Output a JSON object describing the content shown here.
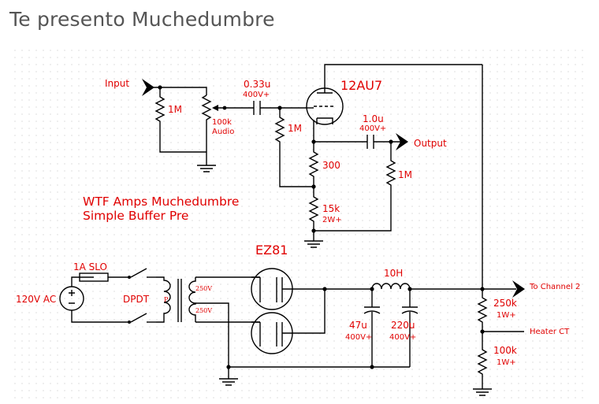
{
  "page": {
    "title": "Te presento Muchedumbre"
  },
  "schematic": {
    "description_lines": [
      "WTF Amps Muchedumbre",
      "Simple Buffer Pre"
    ],
    "tube_preamp": "12AU7",
    "tube_rectifier": "EZ81",
    "labels": {
      "input": "Input",
      "output": "Output",
      "to_channel_2": "To Channel 2",
      "heater_ct": "Heater CT",
      "mains": "120V AC",
      "fuse": "1A SLO",
      "switch": "DPDT",
      "primary": "P",
      "secondary_top": "250V",
      "secondary_bottom": "250V"
    },
    "components": {
      "r_input": "1M",
      "pot_value": "100k",
      "pot_taper": "Audio",
      "c_coupling_in": "0.33u",
      "c_coupling_in_rating": "400V+",
      "r_grid": "1M",
      "r_cathode": "300",
      "r_cathode_load": "15k",
      "r_cathode_load_rating": "2W+",
      "c_out": "1.0u",
      "c_out_rating": "400V+",
      "r_out": "1M",
      "choke": "10H",
      "c_filter1": "47u",
      "c_filter1_rating": "400V+",
      "c_filter2": "220u",
      "c_filter2_rating": "400V+",
      "r_div_top": "250k",
      "r_div_top_rating": "1W+",
      "r_div_bottom": "100k",
      "r_div_bottom_rating": "1W+"
    }
  }
}
